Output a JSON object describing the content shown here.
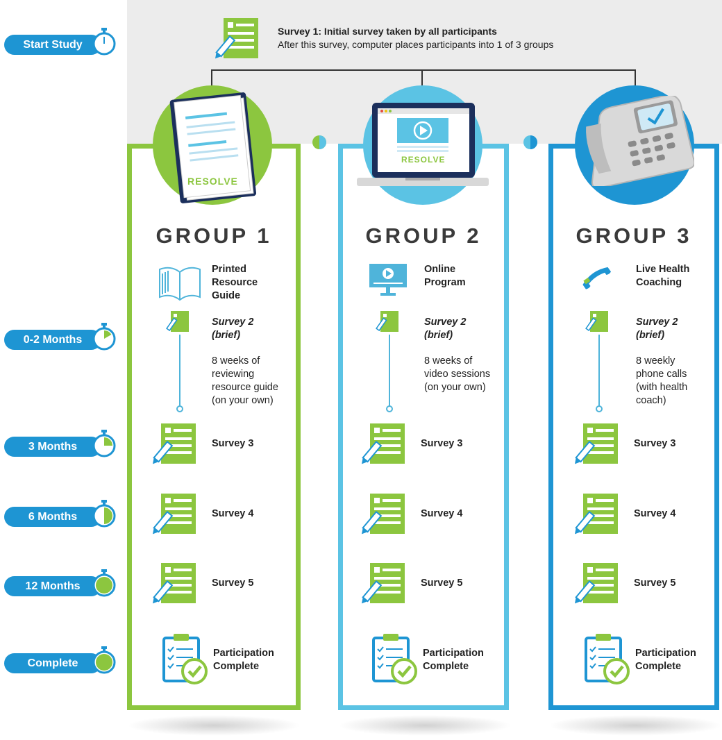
{
  "timeline": [
    {
      "label": "Start Study",
      "fill": 0
    },
    {
      "label": "0-2 Months",
      "fill": 0.17
    },
    {
      "label": "3 Months",
      "fill": 0.25
    },
    {
      "label": "6 Months",
      "fill": 0.5
    },
    {
      "label": "12 Months",
      "fill": 1.0
    },
    {
      "label": "Complete",
      "fill": 1.0
    }
  ],
  "survey1": {
    "title": "Survey 1: Initial survey taken by all participants",
    "subtitle": "After this survey, computer places participants into 1 of 3 groups"
  },
  "brand": "RESOLVE",
  "groups": [
    {
      "title": "GROUP 1",
      "color": "#8cc63f",
      "intervention": [
        "Printed",
        "Resource",
        "Guide"
      ],
      "survey2": [
        "Survey 2",
        "(brief)"
      ],
      "activity": [
        "8 weeks of",
        "reviewing",
        "resource guide",
        "(on your own)"
      ],
      "survey3": "Survey 3",
      "survey4": "Survey 4",
      "survey5": "Survey 5",
      "complete": [
        "Participation",
        "Complete"
      ]
    },
    {
      "title": "GROUP 2",
      "color": "#5bc3e4",
      "intervention": [
        "Online",
        "Program"
      ],
      "survey2": [
        "Survey 2",
        "(brief)"
      ],
      "activity": [
        "8 weeks of",
        "video sessions",
        "(on your own)"
      ],
      "survey3": "Survey 3",
      "survey4": "Survey 4",
      "survey5": "Survey 5",
      "complete": [
        "Participation",
        "Complete"
      ]
    },
    {
      "title": "GROUP 3",
      "color": "#1e95d3",
      "intervention": [
        "Live Health",
        "Coaching"
      ],
      "survey2": [
        "Survey 2",
        "(brief)"
      ],
      "activity": [
        "8 weekly",
        "phone calls",
        "(with health",
        "coach)"
      ],
      "survey3": "Survey 3",
      "survey4": "Survey 4",
      "survey5": "Survey 5",
      "complete": [
        "Participation",
        "Complete"
      ]
    }
  ],
  "colors": {
    "green": "#8cc63f",
    "light_blue": "#5bc3e4",
    "blue": "#1e95d3",
    "band": "#ececec"
  }
}
